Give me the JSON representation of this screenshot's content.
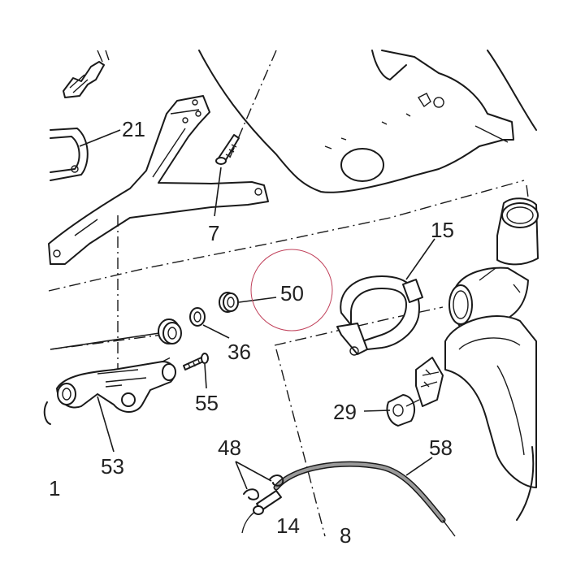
{
  "diagram": {
    "part_numbers": {
      "p21": "21",
      "p7": "7",
      "p15": "15",
      "p50": "50",
      "p36": "36",
      "p55": "55",
      "p53": "53",
      "p29": "29",
      "p48": "48",
      "p58": "58",
      "p1": "1",
      "p14": "14",
      "p8": "8"
    },
    "colors": {
      "line": "#1a1a1a",
      "background": "#ffffff",
      "highlight_circle": "#c0405a",
      "cable_fill": "#9a9a9a"
    }
  }
}
